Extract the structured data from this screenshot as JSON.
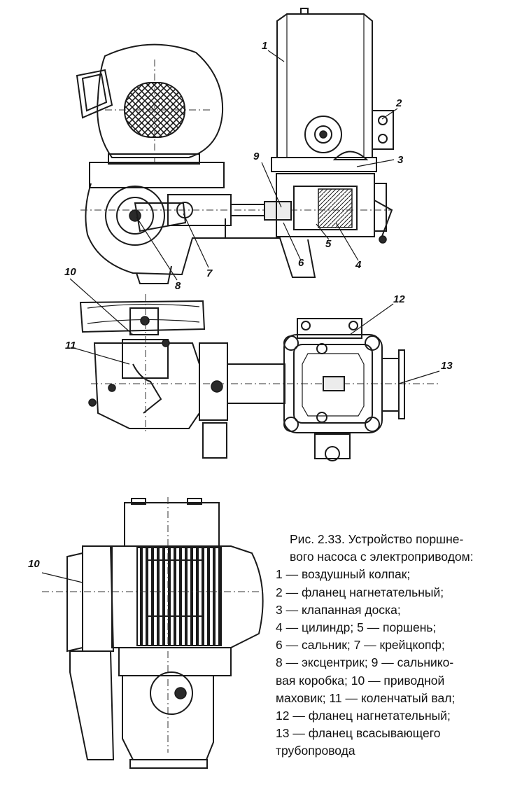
{
  "callouts": {
    "c1": "1",
    "c2": "2",
    "c3": "3",
    "c4": "4",
    "c5": "5",
    "c6": "6",
    "c7": "7",
    "c8": "8",
    "c9": "9",
    "c10a": "10",
    "c10b": "10",
    "c11": "11",
    "c12": "12",
    "c13": "13"
  },
  "caption": {
    "title_line1": "Рис. 2.33. Устройство поршне-",
    "title_line2": "вого насоса с электроприводом:",
    "lines": [
      "1 — воздушный колпак;",
      "2 — фланец нагнетательный;",
      "3 — клапанная доска;",
      "4 — цилиндр; 5 — поршень;",
      "6 — сальник; 7 — крейцкопф;",
      "8 — эксцентрик; 9 — сальнико-",
      "вая коробка; 10 — приводной",
      "маховик; 11 — коленчатый вал;",
      "12 — фланец нагнетательный;",
      "13 — фланец всасывающего",
      "трубопровода"
    ]
  }
}
